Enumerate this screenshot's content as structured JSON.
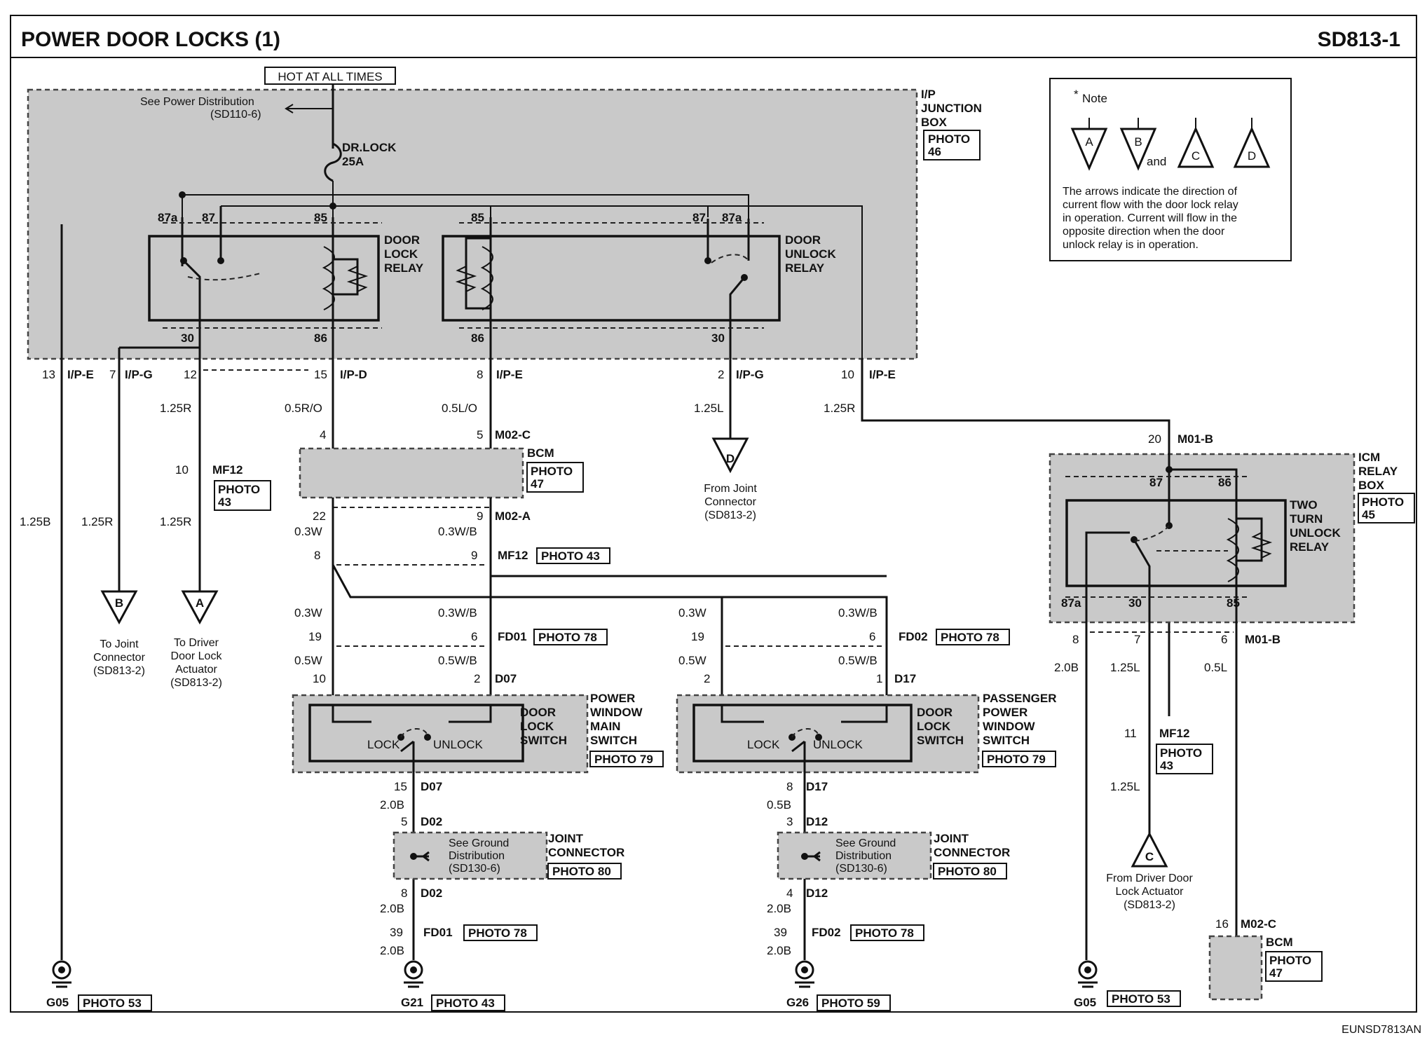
{
  "header": {
    "title": "POWER DOOR LOCKS (1)",
    "code": "SD813-1"
  },
  "footer": {
    "drawing_id": "EUNSD7813AN"
  },
  "top": {
    "hot_label": "HOT AT ALL TIMES"
  },
  "junction_box": {
    "name": [
      "I/P",
      "JUNCTION",
      "BOX"
    ],
    "photo": [
      "PHOTO",
      "46"
    ],
    "see_power": [
      "See Power Distribution",
      "(SD110-6)"
    ],
    "fuse": [
      "DR.LOCK",
      "25A"
    ]
  },
  "lock_relay": {
    "name": [
      "DOOR",
      "LOCK",
      "RELAY"
    ],
    "pins": {
      "87a": "87a",
      "87": "87",
      "85": "85",
      "30": "30",
      "86": "86"
    }
  },
  "unlock_relay": {
    "name": [
      "DOOR",
      "UNLOCK",
      "RELAY"
    ],
    "pins": {
      "85": "85",
      "87": "87",
      "87a": "87a",
      "86": "86",
      "30": "30"
    }
  },
  "junction_pins": [
    {
      "num": "13",
      "conn": "I/P-E"
    },
    {
      "num": "7",
      "conn": "I/P-G"
    },
    {
      "num": "12",
      "conn": ""
    },
    {
      "num": "15",
      "conn": "I/P-D"
    },
    {
      "num": "8",
      "conn": "I/P-E"
    },
    {
      "num": "2",
      "conn": "I/P-G"
    },
    {
      "num": "10",
      "conn": "I/P-E"
    }
  ],
  "wires": {
    "w1_top": "1.25R",
    "w1_bot": "1.25B",
    "w2": "1.25R",
    "w3_top": "1.25R",
    "w3_bot": "1.25R",
    "w4": "0.5R/O",
    "w5": "0.5L/O",
    "w6": "1.25L",
    "w7": "1.25R",
    "bcm_a1": "0.3W",
    "bcm_a2": "0.3W/B",
    "fd01_1": "0.3W",
    "fd01_2": "0.3W/B",
    "fd02_1": "0.3W",
    "fd02_2": "0.3W/B",
    "d07_1": "0.5W",
    "d07_2": "0.5W/B",
    "d17_1": "0.5W",
    "d17_2": "0.5W/B",
    "g_left_1": "2.0B",
    "g_left_2": "2.0B",
    "g_left_3": "2.0B",
    "g_mid_1": "0.5B",
    "g_mid_2": "2.0B",
    "g_mid_3": "2.0B",
    "icm_1": "2.0B",
    "icm_2": "1.25L",
    "icm_3": "1.25L",
    "icm_4": "0.5L"
  },
  "mf12_left": {
    "num": "10",
    "conn": "MF12",
    "photo": [
      "PHOTO",
      "43"
    ]
  },
  "bcm_top": {
    "name": "BCM",
    "photo": [
      "PHOTO",
      "47"
    ],
    "pin_a": "4",
    "pin_b": "5",
    "conn_top": "M02-C",
    "pin_c": "22",
    "pin_d": "9",
    "conn_bot": "M02-A"
  },
  "mf12_mid": {
    "pin_a": "8",
    "pin_b": "9",
    "conn": "MF12",
    "photo": "PHOTO 43"
  },
  "fd01": {
    "pin_a": "19",
    "pin_b": "6",
    "conn": "FD01",
    "photo": "PHOTO 78"
  },
  "fd02": {
    "pin_a": "19",
    "pin_b": "6",
    "conn": "FD02",
    "photo": "PHOTO 78"
  },
  "main_switch": {
    "pin_a": "10",
    "pin_b": "2",
    "conn": "D07",
    "name": [
      "POWER",
      "WINDOW",
      "MAIN",
      "SWITCH"
    ],
    "photo": "PHOTO 79",
    "switch_name": [
      "DOOR",
      "LOCK",
      "SWITCH"
    ],
    "lock": "LOCK",
    "unlock": "UNLOCK",
    "out_pin": "15",
    "out_conn": "D07"
  },
  "pass_switch": {
    "pin_a": "2",
    "pin_b": "1",
    "conn": "D17",
    "name": [
      "PASSENGER",
      "POWER",
      "WINDOW",
      "SWITCH"
    ],
    "photo": "PHOTO 79",
    "switch_name": [
      "DOOR",
      "LOCK",
      "SWITCH"
    ],
    "lock": "LOCK",
    "unlock": "UNLOCK",
    "out_pin": "8",
    "out_conn": "D17"
  },
  "joint_left": {
    "in_pin": "5",
    "in_conn": "D02",
    "out_pin": "8",
    "out_conn": "D02",
    "see": [
      "See Ground",
      "Distribution",
      "(SD130-6)"
    ],
    "name": [
      "JOINT",
      "CONNECTOR"
    ],
    "photo": "PHOTO 80",
    "fd_pin": "39",
    "fd_conn": "FD01",
    "fd_photo": "PHOTO 78"
  },
  "joint_mid": {
    "in_pin": "3",
    "in_conn": "D12",
    "out_pin": "4",
    "out_conn": "D12",
    "see": [
      "See Ground",
      "Distribution",
      "(SD130-6)"
    ],
    "name": [
      "JOINT",
      "CONNECTOR"
    ],
    "photo": "PHOTO 80",
    "fd_pin": "39",
    "fd_conn": "FD02",
    "fd_photo": "PHOTO 78"
  },
  "grounds": [
    {
      "name": "G05",
      "photo": "PHOTO 53"
    },
    {
      "name": "G21",
      "photo": "PHOTO 43"
    },
    {
      "name": "G26",
      "photo": "PHOTO 59"
    },
    {
      "name": "G05",
      "photo": "PHOTO 53"
    }
  ],
  "tri_b": {
    "letter": "B",
    "desc": [
      "To Joint",
      "Connector",
      "(SD813-2)"
    ]
  },
  "tri_a": {
    "letter": "A",
    "desc": [
      "To Driver",
      "Door Lock",
      "Actuator",
      "(SD813-2)"
    ]
  },
  "tri_d": {
    "letter": "D",
    "desc": [
      "From Joint",
      "Connector",
      "(SD813-2)"
    ]
  },
  "tri_c": {
    "letter": "C",
    "desc": [
      "From Driver Door",
      "Lock Actuator",
      "(SD813-2)"
    ]
  },
  "note": {
    "title": "Note",
    "letters": [
      "A",
      "B",
      "C",
      "D"
    ],
    "and": "and",
    "text": [
      "The arrows indicate the direction of",
      "current flow with the door lock relay",
      "in operation. Current will flow in the",
      "opposite direction when the door",
      "unlock relay is in operation."
    ]
  },
  "icm": {
    "top_pin": "20",
    "top_conn": "M01-B",
    "name": [
      "ICM",
      "RELAY",
      "BOX"
    ],
    "photo": [
      "PHOTO",
      "45"
    ],
    "relay": [
      "TWO",
      "TURN",
      "UNLOCK",
      "RELAY"
    ],
    "pins": {
      "87": "87",
      "86": "86",
      "87a": "87a",
      "30": "30",
      "85": "85"
    },
    "bot_pins": [
      "8",
      "7",
      "6"
    ],
    "bot_conn": "M01-B",
    "mf12": {
      "num": "11",
      "conn": "MF12",
      "photo": [
        "PHOTO",
        "43"
      ]
    },
    "bcm": {
      "pin": "16",
      "conn": "M02-C",
      "name": "BCM",
      "photo": [
        "PHOTO",
        "47"
      ]
    }
  }
}
